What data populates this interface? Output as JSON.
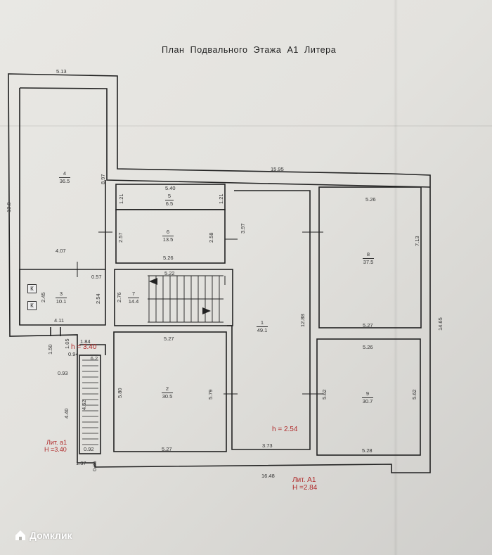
{
  "document": {
    "title": "План  Подвального  Этажа  А1  Литера"
  },
  "dimensions": {
    "d_513": "5.13",
    "d_130": "13.0",
    "d_1595": "15.95",
    "d_897": "8.97",
    "d_540": "5.40",
    "d_121a": "1.21",
    "d_121b": "1.21",
    "d_526a": "5.26",
    "d_713": "7.13",
    "d_1465": "14.65",
    "d_257": "2.57",
    "d_258": "2.58",
    "d_397": "3.97",
    "d_526b": "5.26",
    "d_407": "4.07",
    "d_057": "0.57",
    "d_245": "2.45",
    "d_254": "2.54",
    "d_276": "2.76",
    "d_522": "5.22",
    "d_1288": "12.88",
    "d_527a": "5.27",
    "d_411": "4.11",
    "d_527b": "5.27",
    "d_184": "1.84",
    "d_526c": "5.26",
    "d_150": "1.50",
    "d_105": "1.05",
    "d_094": "0.94",
    "d_093": "0.93",
    "d_580": "5.80",
    "d_579": "5.79",
    "d_562a": "5.62",
    "d_562b": "5.62",
    "d_440": "4.40",
    "d_462": "4.62",
    "d_092": "0.92",
    "d_527c": "5.27",
    "d_373": "3.73",
    "d_528": "5.28",
    "d_137": "1.37",
    "d_035": "0.35",
    "d_1648": "16.48"
  },
  "rooms": [
    {
      "num": "4",
      "area": "36.5"
    },
    {
      "num": "5",
      "area": "6.5"
    },
    {
      "num": "6",
      "area": "13.5"
    },
    {
      "num": "3",
      "area": "10.1"
    },
    {
      "num": "7",
      "area": "14.4"
    },
    {
      "num": "1",
      "area": "49.1"
    },
    {
      "num": "8",
      "area": "37.5"
    },
    {
      "num": "2",
      "area": "30.5"
    },
    {
      "num": "9",
      "area": "30.7"
    },
    {
      "num": "",
      "area": "6.2"
    }
  ],
  "labels": {
    "h_340": "h = 3.40",
    "h_254": "h = 2.54",
    "lit_a1_small": "Лит. а1",
    "lit_a1_small_h": "H =3.40",
    "lit_A1": "Лит. А1",
    "lit_A1_h": "H =2.84",
    "k1": "К",
    "k2": "К"
  },
  "watermark": {
    "text": "Домклик"
  }
}
